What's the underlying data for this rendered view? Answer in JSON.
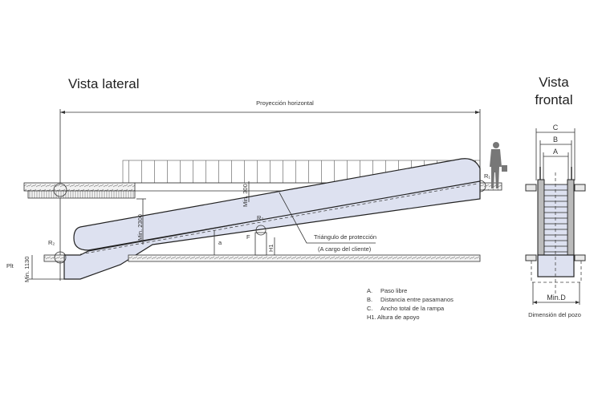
{
  "titles": {
    "lateral": "Vista lateral",
    "frontal_1": "Vista",
    "frontal_2": "frontal"
  },
  "dimensions": {
    "horizontal_projection": "Proyección horizontal",
    "min_2300": "Min. 2300",
    "min_300": "Min. 300",
    "min_1130": "Min. 1130",
    "plt": "Plt",
    "angle": "a",
    "h1": "H1",
    "f": "F",
    "r1": "R₁",
    "r2": "R₂",
    "r3": "R₃",
    "c": "C",
    "b": "B",
    "a": "A",
    "min_d": "Min.D"
  },
  "annotations": {
    "protection_triangle": "Triángulo de protección",
    "client_charge": "(A cargo del cliente)",
    "pit_dimension": "Dimensión del pozo"
  },
  "legend": [
    {
      "key": "A.",
      "text": "Paso libre"
    },
    {
      "key": "B.",
      "text": "Distancia entre pasamanos"
    },
    {
      "key": "C.",
      "text": "Ancho total de la rampa"
    },
    {
      "key": "H1.",
      "text": "Altura de apoyo"
    }
  ],
  "colors": {
    "body": "#dde1f0",
    "person": "#777777"
  }
}
